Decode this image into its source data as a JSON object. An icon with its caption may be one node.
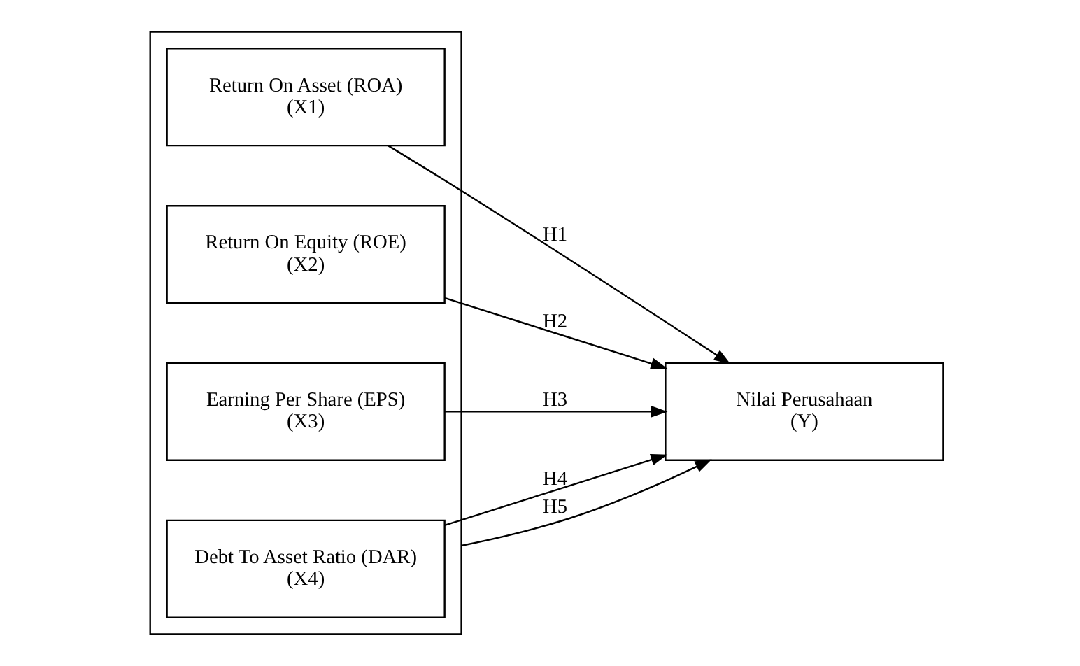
{
  "diagram": {
    "nodes": [
      {
        "text": [],
        "shape": "box"
      },
      {
        "text": [
          "Return On Asset (ROA)",
          "(X1)"
        ],
        "in": 0
      },
      {
        "text": [
          "Return On Equity (ROE)",
          "(X2)"
        ],
        "in": 0
      },
      {
        "text": [
          "Earning Per Share (EPS)",
          "(X3)"
        ],
        "in": 0
      },
      {
        "text": [
          "Debt To Asset Ratio (DAR)",
          "(X4)"
        ],
        "in": 0
      },
      {
        "text": [
          "Nilai Perusahaan",
          "(Y)"
        ]
      }
    ],
    "edges": [
      {
        "from": 1,
        "to": 5,
        "arrow": "to",
        "label": "H1"
      },
      {
        "from": 2,
        "to": 5,
        "arrow": "to",
        "label": "H2"
      },
      {
        "from": 3,
        "to": 5,
        "arrow": "to",
        "label": "H3"
      },
      {
        "from": 4,
        "to": 5,
        "arrow": "to",
        "label": "H4"
      },
      {
        "from": 0,
        "to": 5,
        "arrow": "to",
        "label": "H5"
      }
    ]
  }
}
